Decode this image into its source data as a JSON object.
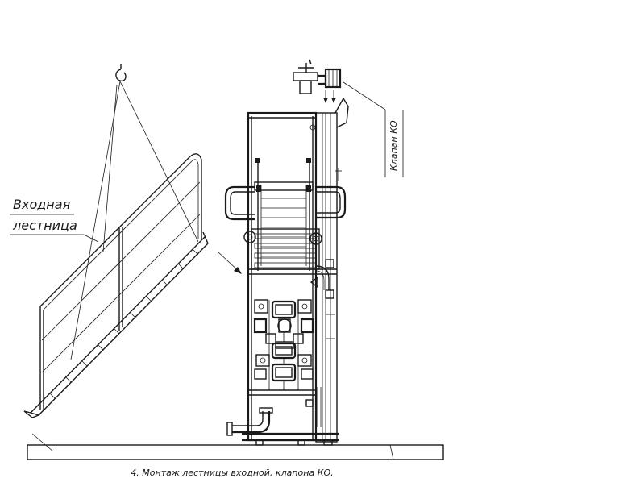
{
  "labels": {
    "stair_line1": "Входная",
    "stair_line2": "лестница",
    "valve": "Клапан КО",
    "caption": "4. Монтаж лестницы входной, клапона КО."
  },
  "colors": {
    "ink": "#1a1a1a",
    "background": "#ffffff"
  }
}
